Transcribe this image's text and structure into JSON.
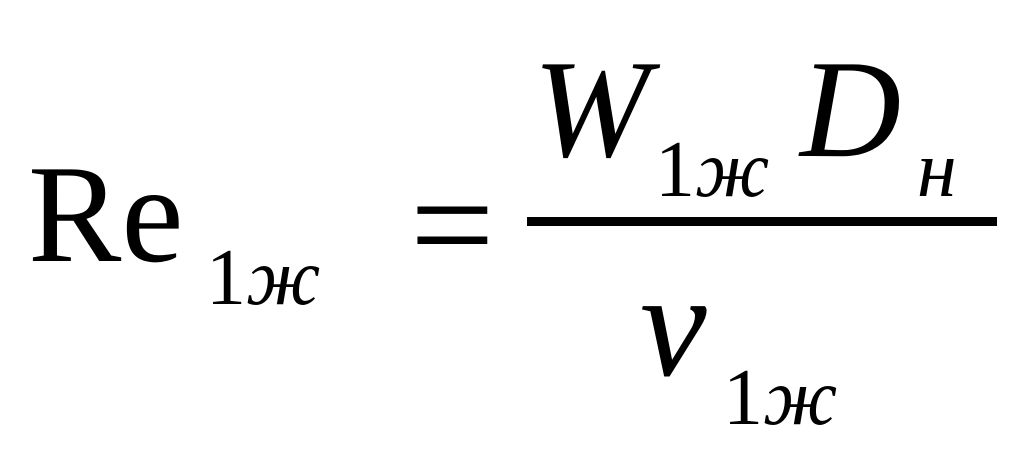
{
  "formula": {
    "lhs": {
      "symbol": "Re",
      "subscript_digit": "1",
      "subscript_letter": "ж"
    },
    "relation": "=",
    "numerator": {
      "term1_symbol": "W",
      "term1_subscript_digit": "1",
      "term1_subscript_letter": "ж",
      "term2_symbol": "D",
      "term2_subscript": "н"
    },
    "denominator": {
      "symbol": "ν",
      "subscript_digit": "1",
      "subscript_letter": "ж"
    }
  }
}
